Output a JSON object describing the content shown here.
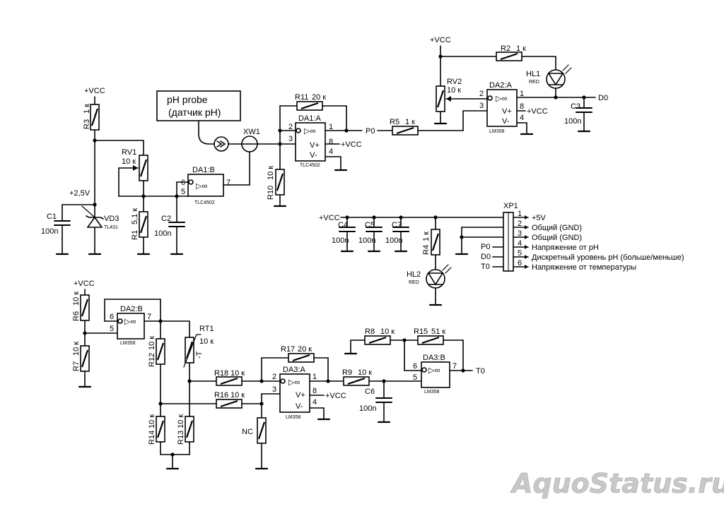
{
  "probe": {
    "line1": "pH probe",
    "line2": "(датчик pH)"
  },
  "supply": {
    "vcc": "+VCC",
    "v25": "+2,5V",
    "v5": "+5V"
  },
  "components": {
    "R1": {
      "ref": "R1",
      "val": "5,1 к"
    },
    "R2": {
      "ref": "R2",
      "val": "1 к"
    },
    "R3": {
      "ref": "R3",
      "val": "1 к"
    },
    "R4": {
      "ref": "R4",
      "val": "1 к"
    },
    "R5": {
      "ref": "R5",
      "val": "1 к"
    },
    "R6": {
      "ref": "R6",
      "val": "10 к"
    },
    "R7": {
      "ref": "R7",
      "val": "10 к"
    },
    "R8": {
      "ref": "R8",
      "val": "10 к"
    },
    "R9": {
      "ref": "R9",
      "val": "10 к"
    },
    "R10": {
      "ref": "R10",
      "val": "10 к"
    },
    "R11": {
      "ref": "R11",
      "val": "20 к"
    },
    "R12": {
      "ref": "R12",
      "val": "10 к"
    },
    "R13": {
      "ref": "R13",
      "val": "10 к"
    },
    "R14": {
      "ref": "R14",
      "val": "10 к"
    },
    "R15": {
      "ref": "R15",
      "val": "51 к"
    },
    "R16": {
      "ref": "R16",
      "val": "10 к"
    },
    "R17": {
      "ref": "R17",
      "val": "20 к"
    },
    "R18": {
      "ref": "R18",
      "val": "10 к"
    },
    "NC": {
      "ref": "NC"
    },
    "RV1": {
      "ref": "RV1",
      "val": "10 к"
    },
    "RV2": {
      "ref": "RV2",
      "val": "10 к"
    },
    "RT1": {
      "ref": "RT1",
      "val": "10 к",
      "t": "-T"
    },
    "C1": {
      "ref": "C1",
      "val": "100n"
    },
    "C2": {
      "ref": "C2",
      "val": "100n"
    },
    "C3": {
      "ref": "C3",
      "val": "100n"
    },
    "C4": {
      "ref": "C4",
      "val": "100n"
    },
    "C5": {
      "ref": "C5",
      "val": "100n"
    },
    "C6": {
      "ref": "C6",
      "val": "100n"
    },
    "C7": {
      "ref": "C7",
      "val": "100n"
    },
    "VD3": {
      "ref": "VD3",
      "part": "TL431"
    },
    "HL1": {
      "ref": "HL1",
      "part": "RED"
    },
    "HL2": {
      "ref": "HL2",
      "part": "RED"
    },
    "XW1": {
      "ref": "XW1"
    },
    "XP1": {
      "ref": "XP1"
    }
  },
  "opamps": {
    "DA1A": {
      "ref": "DA1:A",
      "part": "TLC4502"
    },
    "DA1B": {
      "ref": "DA1:B",
      "part": "TLC4502"
    },
    "DA2A": {
      "ref": "DA2:A",
      "part": "LM358"
    },
    "DA2B": {
      "ref": "DA2:B",
      "part": "LM358"
    },
    "DA3A": {
      "ref": "DA3:A",
      "part": "LM358"
    },
    "DA3B": {
      "ref": "DA3:B",
      "part": "LM358"
    },
    "sym": "▷∞",
    "vplus": "V+",
    "vminus": "V-"
  },
  "pins": {
    "p1": "1",
    "p2": "2",
    "p3": "3",
    "p4": "4",
    "p5": "5",
    "p6": "6",
    "p7": "7",
    "p8": "8"
  },
  "nets": {
    "p0": "P0",
    "d0": "D0",
    "t0": "T0"
  },
  "connector": [
    {
      "pin": "1",
      "label": "+5V"
    },
    {
      "pin": "2",
      "label": "Общий (GND)"
    },
    {
      "pin": "3",
      "label": "Общий (GND)"
    },
    {
      "pin": "4",
      "label": "Напряжение от pH"
    },
    {
      "pin": "5",
      "label": "Дискретный уровень pH (больше/меньше)"
    },
    {
      "pin": "6",
      "label": "Напряжение от температуры"
    }
  ],
  "watermark": "AquoStatus.ru"
}
